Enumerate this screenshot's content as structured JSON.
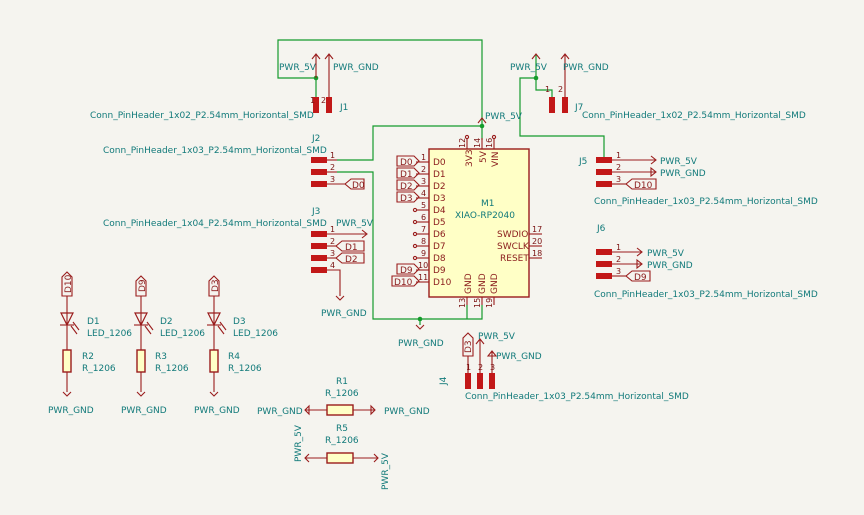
{
  "power": {
    "v5": "PWR_5V",
    "gnd": "PWR_GND"
  },
  "mcu": {
    "ref": "M1",
    "value": "XIAO-RP2040",
    "left_pins": [
      {
        "name": "D0",
        "num": "1"
      },
      {
        "name": "D1",
        "num": "2"
      },
      {
        "name": "D2",
        "num": "3"
      },
      {
        "name": "D3",
        "num": "4"
      },
      {
        "name": "D4",
        "num": "5"
      },
      {
        "name": "D5",
        "num": "6"
      },
      {
        "name": "D6",
        "num": "7"
      },
      {
        "name": "D7",
        "num": "8"
      },
      {
        "name": "D8",
        "num": "9"
      },
      {
        "name": "D9",
        "num": "10"
      },
      {
        "name": "D10",
        "num": "11"
      }
    ],
    "top_pins": [
      {
        "name": "3V3",
        "num": "12"
      },
      {
        "name": "5V",
        "num": "14"
      },
      {
        "name": "VIN",
        "num": "16"
      }
    ],
    "right_pins": [
      {
        "name": "SWDIO",
        "num": "17"
      },
      {
        "name": "SWCLK",
        "num": "20"
      },
      {
        "name": "RESET",
        "num": "18"
      }
    ],
    "bottom_pins": [
      {
        "name": "GND",
        "num": "13"
      },
      {
        "name": "GND",
        "num": "15"
      },
      {
        "name": "GND",
        "num": "19"
      }
    ]
  },
  "connectors": {
    "J1": {
      "ref": "J1",
      "value": "Conn_PinHeader_1x02_P2.54mm_Horizontal_SMD",
      "pins": [
        "1",
        "2"
      ]
    },
    "J7": {
      "ref": "J7",
      "value": "Conn_PinHeader_1x02_P2.54mm_Horizontal_SMD",
      "pins": [
        "1",
        "2"
      ]
    },
    "J2": {
      "ref": "J2",
      "value": "Conn_PinHeader_1x03_P2.54mm_Horizontal_SMD",
      "pins": [
        "1",
        "2",
        "3"
      ]
    },
    "J3": {
      "ref": "J3",
      "value": "Conn_PinHeader_1x04_P2.54mm_Horizontal_SMD",
      "pins": [
        "1",
        "2",
        "3",
        "4"
      ]
    },
    "J5": {
      "ref": "J5",
      "value": "Conn_PinHeader_1x03_P2.54mm_Horizontal_SMD",
      "pins": [
        "1",
        "2",
        "3"
      ]
    },
    "J6": {
      "ref": "J6",
      "value": "Conn_PinHeader_1x03_P2.54mm_Horizontal_SMD",
      "pins": [
        "1",
        "2",
        "3"
      ]
    },
    "J4": {
      "ref": "J4",
      "value": "Conn_PinHeader_1x03_P2.54mm_Horizontal_SMD",
      "pins": [
        "1",
        "2",
        "3"
      ]
    }
  },
  "net_labels": {
    "d0": "D0",
    "d1": "D1",
    "d2": "D2",
    "d3": "D3",
    "d9": "D9",
    "d10": "D10"
  },
  "leds": [
    {
      "ref": "D1",
      "value": "LED_1206",
      "net": "D10",
      "res_ref": "R2",
      "res_value": "R_1206"
    },
    {
      "ref": "D2",
      "value": "LED_1206",
      "net": "D9",
      "res_ref": "R3",
      "res_value": "R_1206"
    },
    {
      "ref": "D3",
      "value": "LED_1206",
      "net": "D3",
      "res_ref": "R4",
      "res_value": "R_1206"
    }
  ],
  "resistors": {
    "R1": {
      "ref": "R1",
      "value": "R_1206"
    },
    "R5": {
      "ref": "R5",
      "value": "R_1206"
    }
  }
}
